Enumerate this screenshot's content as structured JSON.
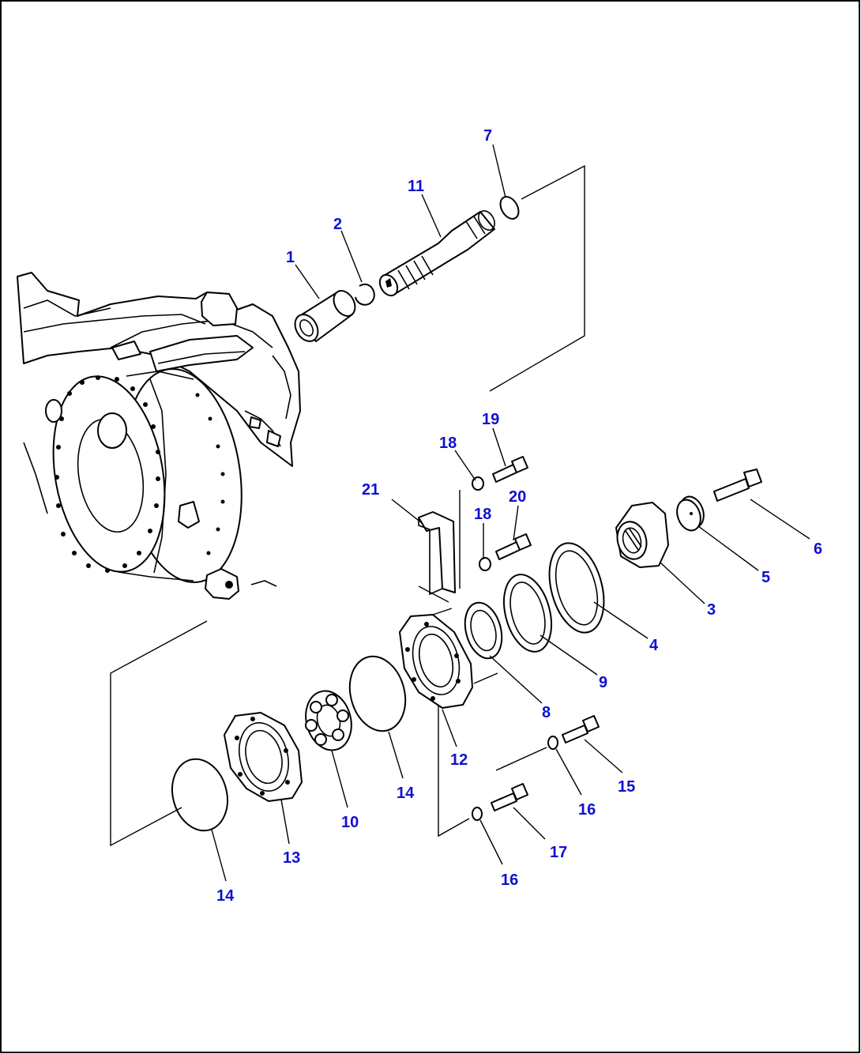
{
  "diagram": {
    "callouts": [
      {
        "key": "c1",
        "label": "1"
      },
      {
        "key": "c2",
        "label": "2"
      },
      {
        "key": "c3",
        "label": "3"
      },
      {
        "key": "c4",
        "label": "4"
      },
      {
        "key": "c5",
        "label": "5"
      },
      {
        "key": "c6",
        "label": "6"
      },
      {
        "key": "c7",
        "label": "7"
      },
      {
        "key": "c8",
        "label": "8"
      },
      {
        "key": "c9",
        "label": "9"
      },
      {
        "key": "c10",
        "label": "10"
      },
      {
        "key": "c11",
        "label": "11"
      },
      {
        "key": "c12",
        "label": "12"
      },
      {
        "key": "c13",
        "label": "13"
      },
      {
        "key": "c14a",
        "label": "14"
      },
      {
        "key": "c14b",
        "label": "14"
      },
      {
        "key": "c15",
        "label": "15"
      },
      {
        "key": "c16a",
        "label": "16"
      },
      {
        "key": "c16b",
        "label": "16"
      },
      {
        "key": "c17",
        "label": "17"
      },
      {
        "key": "c18a",
        "label": "18"
      },
      {
        "key": "c18b",
        "label": "18"
      },
      {
        "key": "c19",
        "label": "19"
      },
      {
        "key": "c20",
        "label": "20"
      },
      {
        "key": "c21",
        "label": "21"
      }
    ],
    "colors": {
      "callout": "#1010d0",
      "line": "#000000",
      "background": "#ffffff"
    }
  }
}
